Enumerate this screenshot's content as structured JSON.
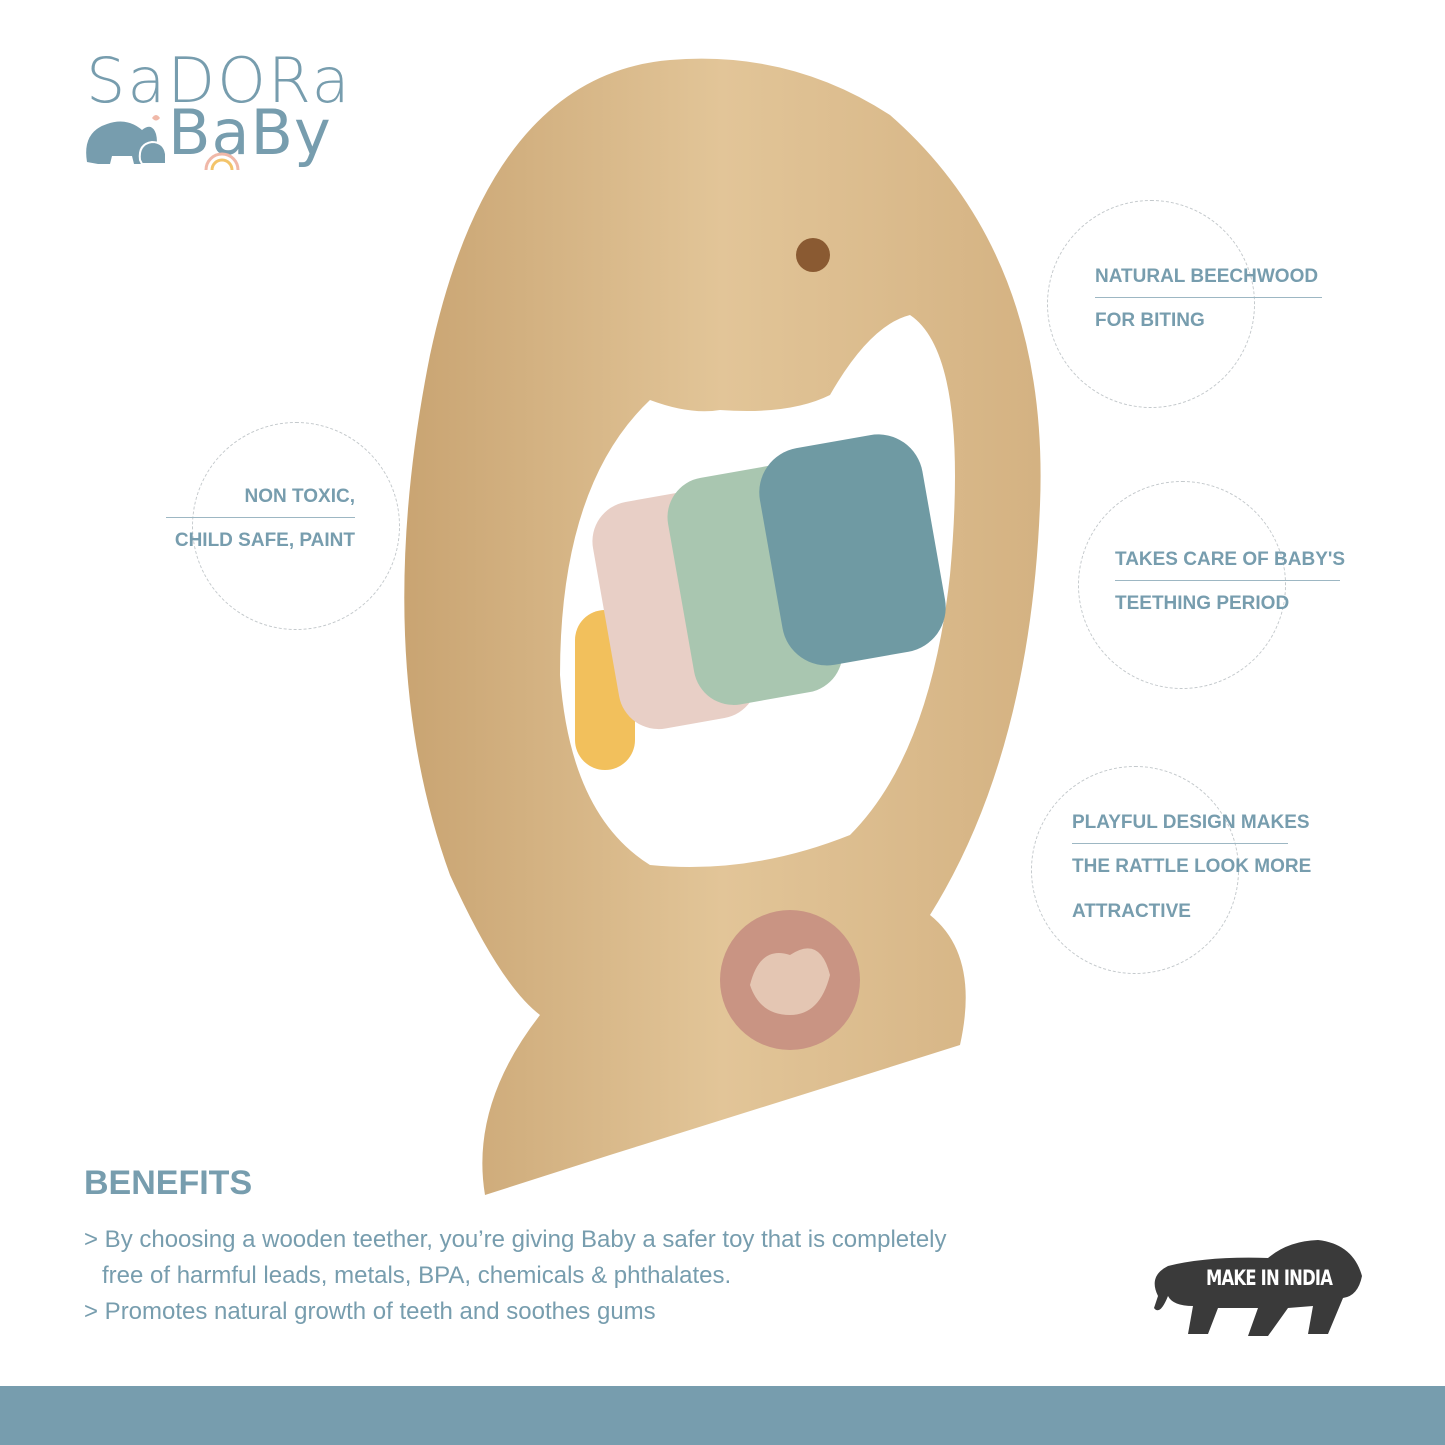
{
  "brand": {
    "line1": "SaDORa",
    "line2": "BaBy",
    "full_name": "Sadora Baby"
  },
  "callouts": [
    {
      "lines": [
        "NATURAL BEECHWOOD",
        "FOR BITING"
      ]
    },
    {
      "lines": [
        "NON TOXIC,",
        "CHILD SAFE,  PAINT"
      ]
    },
    {
      "lines": [
        "TAKES CARE OF BABY'S",
        "TEETHING PERIOD"
      ]
    },
    {
      "lines": [
        "PLAYFUL DESIGN MAKES",
        "THE RATTLE LOOK MORE",
        "ATTRACTIVE"
      ]
    }
  ],
  "benefits": {
    "heading": "BENEFITS",
    "items": [
      {
        "line1": "> By choosing a wooden teether, you’re giving Baby a safer toy that is completely",
        "line2": "free of harmful leads, metals, BPA, chemicals & phthalates."
      },
      {
        "line1": "> Promotes natural growth of teeth and soothes gums"
      }
    ]
  },
  "badge": {
    "text": "MAKE IN INDIA"
  },
  "colors": {
    "accent": "#779dae",
    "wood": "#d9b98a",
    "footer": "#779dae"
  }
}
